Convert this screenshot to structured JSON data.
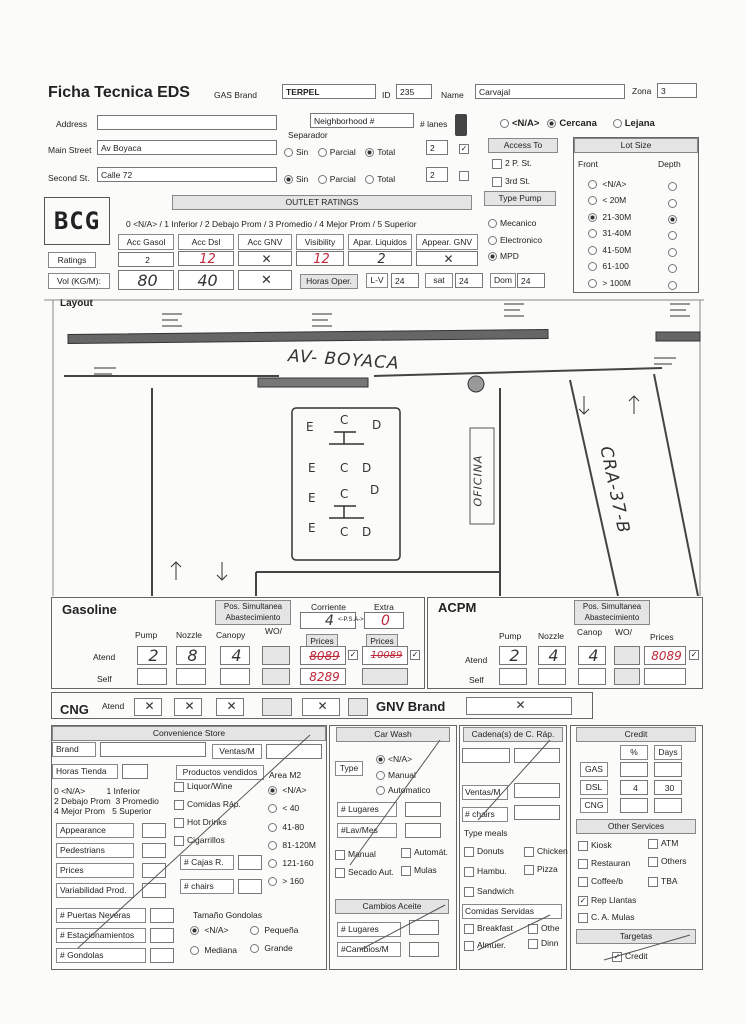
{
  "header": {
    "title": "Ficha Tecnica EDS",
    "gas_brand_label": "GAS Brand",
    "gas_brand": "TERPEL",
    "id_label": "ID",
    "id": "235",
    "name_label": "Name",
    "name": "Carvajal",
    "zona_label": "Zona",
    "zona": "3"
  },
  "address": {
    "label": "Address",
    "main_street_label": "Main Street",
    "main_street": "Av Boyaca",
    "second_st_label": "Second St.",
    "second_st": "Calle 72",
    "neighborhood_label": "Neighborhood #",
    "separador_label": "Separador",
    "opt_sin": "Sin",
    "opt_parcial": "Parcial",
    "opt_total": "Total",
    "lanes_label": "# lanes",
    "lanes_main": "2",
    "lanes_second": "2"
  },
  "proximity": {
    "na": "<N/A>",
    "cercana": "Cercana",
    "lejana": "Lejana"
  },
  "access": {
    "header": "Access To",
    "opt1": "2 P. St.",
    "opt2": "3rd St.",
    "type_pump_header": "Type Pump",
    "pump_mecanico": "Mecanico",
    "pump_electronico": "Electronico",
    "pump_mpd": "MPD"
  },
  "lot_size": {
    "header": "Lot Size",
    "front": "Front",
    "depth": "Depth",
    "options": [
      "<N/A>",
      "< 20M",
      "21-30M",
      "31-40M",
      "41-50M",
      "61-100",
      "> 100M"
    ]
  },
  "logo_text": "BCG",
  "outlet": {
    "header": "OUTLET RATINGS",
    "scale": "0 <N/A> / 1 Inferior / 2 Debajo Prom / 3 Promedio / 4 Mejor Prom / 5 Superior",
    "columns": [
      "Acc Gasol",
      "Acc Dsl",
      "Acc GNV",
      "Visibility",
      "Apar. Liquidos",
      "Appear. GNV"
    ],
    "ratings_label": "Ratings",
    "ratings": [
      "2",
      "12",
      "✕",
      "12",
      "2",
      "✕"
    ],
    "vol_label": "Vol (KG/M):",
    "vol": [
      "80",
      "40",
      "✕"
    ],
    "horas_label": "Horas Oper.",
    "lv_label": "L-V",
    "lv": "24",
    "sat_label": "sat",
    "sat": "24",
    "dom_label": "Dom",
    "dom": "24"
  },
  "layout": {
    "label": "Layout",
    "street1": "AV- BOYACA",
    "street2": "CRA-37-B",
    "office": "OFICINA"
  },
  "gasoline": {
    "title": "Gasoline",
    "pos_sim": "Pos. Simultanea Abastecimiento",
    "corriente_label": "Corriente",
    "extra_label": "Extra",
    "corriente": "4",
    "extra": "0",
    "psa": "<-P.S.A->",
    "pump_label": "Pump",
    "nozzle_label": "Nozzle",
    "canopy_label": "Canopy",
    "wo_label": "WO/",
    "prices_label": "Prices",
    "atend_label": "Atend",
    "self_label": "Self",
    "pump": "2",
    "nozzle": "8",
    "canopy": "4",
    "price_corriente_old": "8089",
    "price_corriente_new": "8289",
    "price_extra_old": "10089"
  },
  "acpm": {
    "title": "ACPM",
    "pos_sim": "Pos. Simultanea Abastecimiento",
    "pump_label": "Pump",
    "nozzle_label": "Nozzle",
    "canop_label": "Canop",
    "wo_label": "WO/",
    "prices_label": "Prices",
    "atend_label": "Atend",
    "self_label": "Self",
    "pump": "2",
    "nozzle": "4",
    "canop": "4",
    "price": "8089"
  },
  "cng": {
    "title": "CNG",
    "atend_label": "Atend",
    "marks": [
      "✕",
      "✕",
      "✕",
      "✕"
    ],
    "gnv_brand_label": "GNV Brand",
    "gnv_brand": "✕"
  },
  "store": {
    "header": "Convenience Store",
    "brand_label": "Brand",
    "ventas_label": "Ventas/M",
    "horas_label": "Horas Tienda",
    "productos_label": "Productos vendidos",
    "area_label": "Area M2",
    "scale_lines": [
      "0 <N/A>",
      "1 Inferior",
      "2 Debajo Prom",
      "3 Promedio",
      "4 Mejor Prom",
      "5 Superior"
    ],
    "products": [
      "Liquor/Wine",
      "Comidas Ráp.",
      "Hot Drinks",
      "Cigarrillos"
    ],
    "areas": [
      "<N/A>",
      "< 40",
      "41-80",
      "81-120M",
      "121-160",
      "> 160"
    ],
    "ratings_items": [
      "Appearance",
      "Pedestrians",
      "Prices",
      "Variabilidad Prod."
    ],
    "cajas_label": "# Cajas R.",
    "chairs_label": "# chairs",
    "puertas_label": "# Puertas Neveras",
    "estacionamientos_label": "# Estacionamientos",
    "gondolas_label": "# Gondolas",
    "tamano_label": "Tamaño Gondolas",
    "tam_na": "<N/A>",
    "tam_pequena": "Pequeña",
    "tam_mediana": "Mediana",
    "tam_grande": "Grande"
  },
  "carwash": {
    "header": "Car Wash",
    "type_label": "Type",
    "opt_na": "<N/A>",
    "opt_manual": "Manual",
    "opt_auto": "Automatico",
    "lugares_label": "# Lugares",
    "lav_label": "#Lav/Mes",
    "manual_label": "Manual",
    "automat_label": "Automát.",
    "secado_label": "Secado Aut.",
    "mulas_label": "Mulas"
  },
  "cambios": {
    "header": "Cambios Aceite",
    "lugares_label": "# Lugares",
    "cambios_label": "#Cambios/M"
  },
  "cadena": {
    "header": "Cadena(s) de C. Ráp.",
    "ventas_label": "Ventas/M",
    "chairs_label": "# chairs",
    "type_meals": "Type meals",
    "meals": [
      "Donuts",
      "Chicken",
      "Hambu.",
      "Pizza",
      "Sandwich"
    ],
    "comidas_header": "Comidas Servidas",
    "breakfast": "Breakfast",
    "othe": "Othe",
    "almuer": "Almuer.",
    "dinn": "Dinn"
  },
  "credit": {
    "header": "Credit",
    "pct_label": "%",
    "days_label": "Days",
    "gas_label": "GAS",
    "dsl_label": "DSL",
    "cng_label": "CNG",
    "dsl_pct": "4",
    "dsl_days": "30",
    "other_header": "Other Services",
    "services": [
      "Kiosk",
      "ATM",
      "Restauran",
      "Others",
      "Coffee/b",
      "TBA",
      "Rep Llantas",
      "C. A. Mulas"
    ],
    "targetas_header": "Targetas",
    "credit_label": "Credit"
  }
}
